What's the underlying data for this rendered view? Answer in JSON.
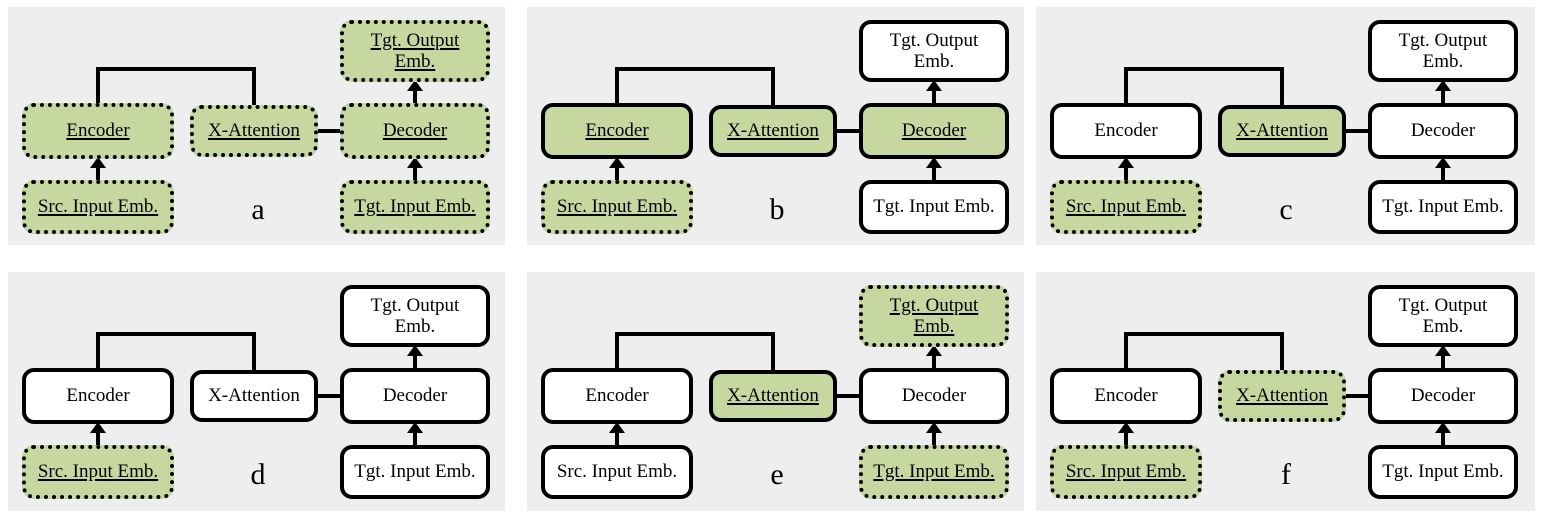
{
  "figure": {
    "type": "diagram",
    "description": "Six encoder-decoder transformer architecture variants showing which modules are trainable/highlighted",
    "colors": {
      "panel_background": "#eeeeee",
      "page_background": "#ffffff",
      "highlight_green": "#c6d8a0",
      "plain_white": "#ffffff",
      "stroke": "#000000"
    },
    "legend_semantics": {
      "green_fill": "highlighted / tuned module",
      "dotted_border": "dotted outline variant",
      "solid_border": "solid outline variant",
      "underlined_text": "underlined label"
    }
  },
  "node_labels": {
    "encoder": "Encoder",
    "x_attention": "X-Attention",
    "decoder": "Decoder",
    "src_input_emb": "Src. Input Emb.",
    "tgt_input_emb": "Tgt. Input Emb.",
    "tgt_output_emb_line1": "Tgt. Output",
    "tgt_output_emb_line2": "Emb."
  },
  "panels": [
    {
      "id": "a",
      "label": "a",
      "nodes": {
        "encoder": {
          "fill": "green",
          "border": "dotted",
          "underline": true
        },
        "x_attention": {
          "fill": "green",
          "border": "dotted",
          "underline": true
        },
        "decoder": {
          "fill": "green",
          "border": "dotted",
          "underline": true
        },
        "src_input_emb": {
          "fill": "green",
          "border": "dotted",
          "underline": true
        },
        "tgt_input_emb": {
          "fill": "green",
          "border": "dotted",
          "underline": true
        },
        "tgt_output_emb": {
          "fill": "green",
          "border": "dotted",
          "underline": true
        }
      }
    },
    {
      "id": "b",
      "label": "b",
      "nodes": {
        "encoder": {
          "fill": "green",
          "border": "solid",
          "underline": true
        },
        "x_attention": {
          "fill": "green",
          "border": "solid",
          "underline": true
        },
        "decoder": {
          "fill": "green",
          "border": "solid",
          "underline": true
        },
        "src_input_emb": {
          "fill": "green",
          "border": "dotted",
          "underline": true
        },
        "tgt_input_emb": {
          "fill": "white",
          "border": "solid",
          "underline": false
        },
        "tgt_output_emb": {
          "fill": "white",
          "border": "solid",
          "underline": false
        }
      }
    },
    {
      "id": "c",
      "label": "c",
      "nodes": {
        "encoder": {
          "fill": "white",
          "border": "solid",
          "underline": false
        },
        "x_attention": {
          "fill": "green",
          "border": "solid",
          "underline": true
        },
        "decoder": {
          "fill": "white",
          "border": "solid",
          "underline": false
        },
        "src_input_emb": {
          "fill": "green",
          "border": "dotted",
          "underline": true
        },
        "tgt_input_emb": {
          "fill": "white",
          "border": "solid",
          "underline": false
        },
        "tgt_output_emb": {
          "fill": "white",
          "border": "solid",
          "underline": false
        }
      }
    },
    {
      "id": "d",
      "label": "d",
      "nodes": {
        "encoder": {
          "fill": "white",
          "border": "solid",
          "underline": false
        },
        "x_attention": {
          "fill": "white",
          "border": "solid",
          "underline": false
        },
        "decoder": {
          "fill": "white",
          "border": "solid",
          "underline": false
        },
        "src_input_emb": {
          "fill": "green",
          "border": "dotted",
          "underline": true
        },
        "tgt_input_emb": {
          "fill": "white",
          "border": "solid",
          "underline": false
        },
        "tgt_output_emb": {
          "fill": "white",
          "border": "solid",
          "underline": false
        }
      }
    },
    {
      "id": "e",
      "label": "e",
      "nodes": {
        "encoder": {
          "fill": "white",
          "border": "solid",
          "underline": false
        },
        "x_attention": {
          "fill": "green",
          "border": "solid",
          "underline": true
        },
        "decoder": {
          "fill": "white",
          "border": "solid",
          "underline": false
        },
        "src_input_emb": {
          "fill": "white",
          "border": "solid",
          "underline": false
        },
        "tgt_input_emb": {
          "fill": "green",
          "border": "dotted",
          "underline": true
        },
        "tgt_output_emb": {
          "fill": "green",
          "border": "dotted",
          "underline": true
        }
      }
    },
    {
      "id": "f",
      "label": "f",
      "nodes": {
        "encoder": {
          "fill": "white",
          "border": "solid",
          "underline": false
        },
        "x_attention": {
          "fill": "green",
          "border": "dotted",
          "underline": true
        },
        "decoder": {
          "fill": "white",
          "border": "solid",
          "underline": false
        },
        "src_input_emb": {
          "fill": "green",
          "border": "dotted",
          "underline": true
        },
        "tgt_input_emb": {
          "fill": "white",
          "border": "solid",
          "underline": false
        },
        "tgt_output_emb": {
          "fill": "white",
          "border": "solid",
          "underline": false
        }
      }
    }
  ],
  "connections": [
    {
      "from": "src_input_emb",
      "to": "encoder",
      "style": "arrow-up"
    },
    {
      "from": "encoder",
      "to": "x_attention",
      "style": "bracket-over"
    },
    {
      "from": "x_attention",
      "to": "decoder",
      "style": "line-horizontal"
    },
    {
      "from": "tgt_input_emb",
      "to": "decoder",
      "style": "arrow-up"
    },
    {
      "from": "decoder",
      "to": "tgt_output_emb",
      "style": "arrow-up"
    }
  ]
}
